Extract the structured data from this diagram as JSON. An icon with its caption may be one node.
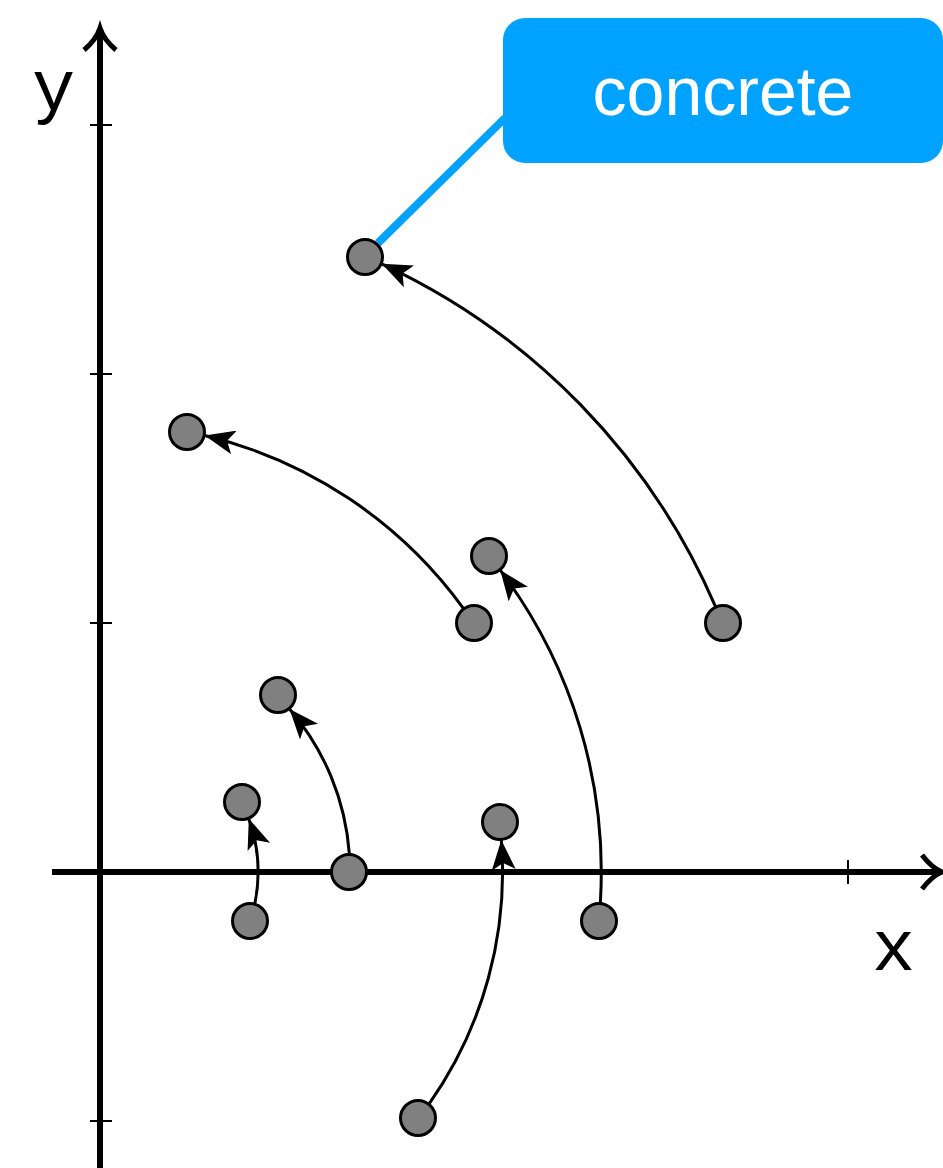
{
  "diagram": {
    "nodes": [
      {
        "text": [
          "concrete"
        ]
      },
      {
        "text": [],
        "shape": "circle"
      },
      {
        "text": [],
        "shape": "circle"
      },
      {
        "text": [],
        "shape": "circle"
      },
      {
        "text": [],
        "shape": "circle"
      },
      {
        "text": [],
        "shape": "circle"
      },
      {
        "text": [],
        "shape": "circle"
      },
      {
        "text": [],
        "shape": "circle"
      },
      {
        "text": [],
        "shape": "circle"
      },
      {
        "text": [],
        "shape": "circle"
      },
      {
        "text": [],
        "shape": "circle"
      },
      {
        "text": [],
        "shape": "circle"
      },
      {
        "text": [],
        "shape": "circle"
      }
    ],
    "edges": [
      {
        "from": 0,
        "to": 1,
        "arrow": "none",
        "style": "thick",
        "color": "#00a2ff"
      },
      {
        "from": 5,
        "to": 1,
        "arrow": "to"
      },
      {
        "from": 4,
        "to": 2,
        "arrow": "to"
      },
      {
        "from": 11,
        "to": 3,
        "arrow": "to"
      },
      {
        "from": 9,
        "to": 6,
        "arrow": "to"
      },
      {
        "from": 10,
        "to": 7,
        "arrow": "to"
      },
      {
        "from": 12,
        "to": 8,
        "arrow": "to"
      }
    ],
    "labels": [
      "y",
      "x"
    ]
  }
}
